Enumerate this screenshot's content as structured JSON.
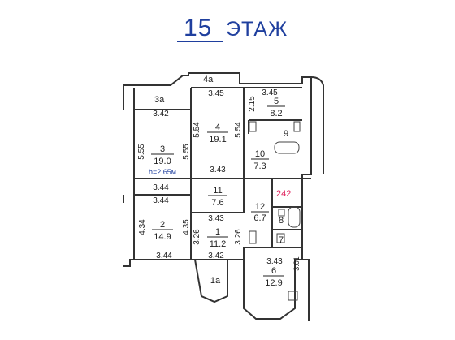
{
  "title": {
    "floor_number": "15",
    "floor_label": "ЭТАЖ"
  },
  "ceiling_height": "h=2.65м",
  "apartment_number": "242",
  "rooms": [
    {
      "id": "3a",
      "label": "3a"
    },
    {
      "id": "3",
      "label": "3",
      "area": "19.0"
    },
    {
      "id": "4a",
      "label": "4a"
    },
    {
      "id": "4",
      "label": "4",
      "area": "19.1"
    },
    {
      "id": "5",
      "label": "5",
      "area": "8.2"
    },
    {
      "id": "9",
      "label": "9"
    },
    {
      "id": "10",
      "label": "10",
      "area": "7.3"
    },
    {
      "id": "11",
      "label": "11",
      "area": "7.6"
    },
    {
      "id": "12",
      "label": "12",
      "area": "6.7"
    },
    {
      "id": "8",
      "label": "8"
    },
    {
      "id": "7",
      "label": "7"
    },
    {
      "id": "2",
      "label": "2",
      "area": "14.9"
    },
    {
      "id": "1",
      "label": "1",
      "area": "11.2"
    },
    {
      "id": "1a",
      "label": "1a"
    },
    {
      "id": "6",
      "label": "6",
      "area": "12.9"
    }
  ],
  "dimensions": {
    "r3a_width": "3.42",
    "r4a_width": "3.45",
    "r5_width": "3.45",
    "r5_height": "2.15",
    "r3_left_height": "5.55",
    "r3_right_height": "5.55",
    "r4_left_height": "5.54",
    "r4_right_height": "5.54",
    "r4_bottom_width": "3.43",
    "r3_bottom_width": "3.44",
    "r2_top_width": "3.44",
    "r11_bottom_width": "3.43",
    "r2_left_height": "4.34",
    "r2_right_height": "4.35",
    "r1_left_height": "3.26",
    "r1_right_height": "3.26",
    "r2_bottom_width": "3.44",
    "r1_bottom_width": "3.42",
    "r6_width": "3.43",
    "r6_height": "3.01"
  },
  "colors": {
    "title": "#1f3f9e",
    "apartment": "#e0245e",
    "ceiling": "#1f3f9e",
    "wall": "#333333"
  }
}
